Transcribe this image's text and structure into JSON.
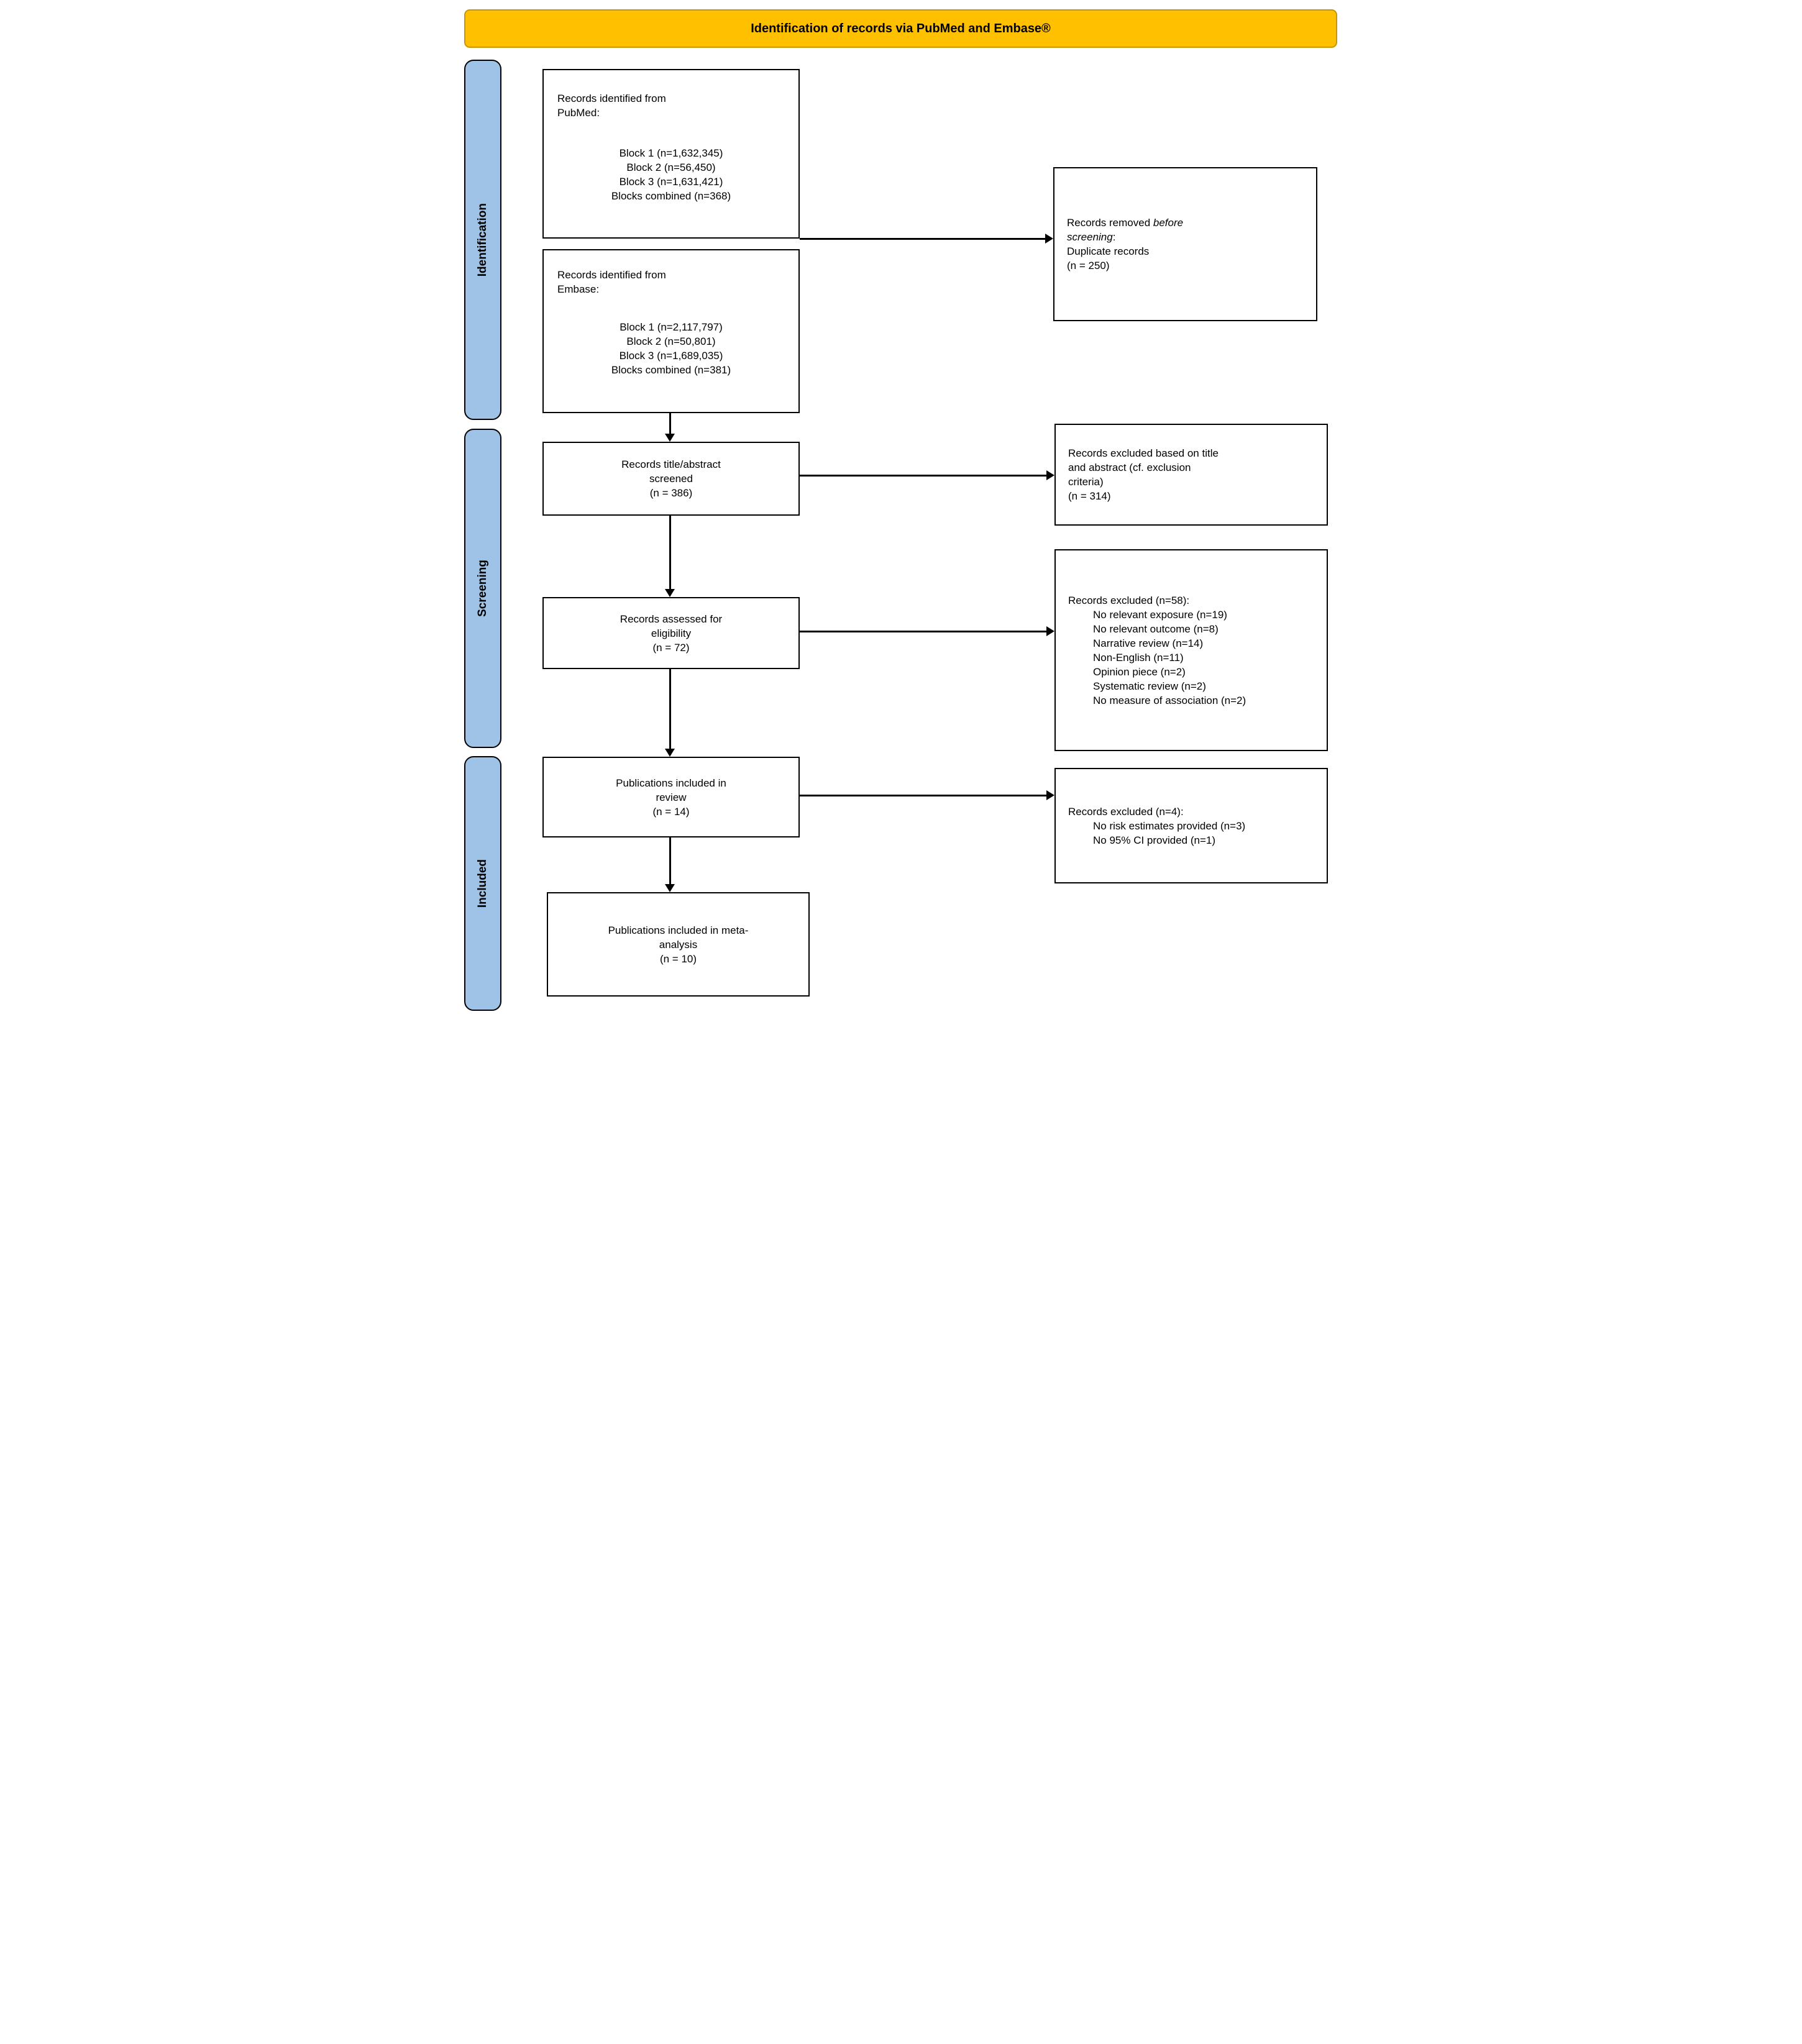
{
  "title": "Identification of records via PubMed and Embase®",
  "stages": {
    "identification": "Identification",
    "screening": "Screening",
    "included": "Included"
  },
  "flow": {
    "pubmed": {
      "heading_lines": [
        "Records identified from",
        "PubMed:"
      ],
      "blocks": [
        "Block 1 (n=1,632,345)",
        "Block 2 (n=56,450)",
        "Block 3 (n=1,631,421)",
        "Blocks combined (n=368)"
      ]
    },
    "embase": {
      "heading_lines": [
        "Records identified from",
        "Embase:"
      ],
      "blocks": [
        "Block 1 (n=2,117,797)",
        "Block 2 (n=50,801)",
        "Block 3 (n=1,689,035)",
        "Blocks combined (n=381)"
      ]
    },
    "screened": {
      "lines": [
        "Records title/abstract",
        "screened",
        "(n = 386)"
      ]
    },
    "eligibility": {
      "lines": [
        "Records assessed for",
        "eligibility",
        "(n = 72)"
      ]
    },
    "included_review": {
      "lines": [
        "Publications included in",
        "review",
        "(n = 14)"
      ]
    },
    "included_meta": {
      "lines": [
        "Publications included in meta-",
        "analysis",
        "(n = 10)"
      ]
    }
  },
  "exclusions": {
    "removed_before_screening": {
      "line1_prefix": "Records removed ",
      "line1_italic": "before",
      "line2_italic": "screening",
      "line2_suffix": ":",
      "lines": [
        "Duplicate records",
        "(n = 250)"
      ]
    },
    "excluded_title_abstract": {
      "lines": [
        "Records excluded based on title",
        "and abstract (cf. exclusion",
        "criteria)",
        "(n = 314)"
      ]
    },
    "excluded_eligibility": {
      "heading": "Records excluded (n=58):",
      "items": [
        "No relevant exposure (n=19)",
        "No relevant outcome (n=8)",
        "Narrative review (n=14)",
        "Non-English (n=11)",
        "Opinion piece (n=2)",
        "Systematic review (n=2)",
        "No measure of association (n=2)"
      ]
    },
    "excluded_review": {
      "heading": "Records excluded (n=4):",
      "items": [
        "No risk estimates provided (n=3)",
        "No 95% CI provided (n=1)"
      ]
    }
  },
  "colors": {
    "banner": "#FFC000",
    "banner_border": "#C79600",
    "stage_fill": "#9EC3E6",
    "box_border": "#000000"
  }
}
